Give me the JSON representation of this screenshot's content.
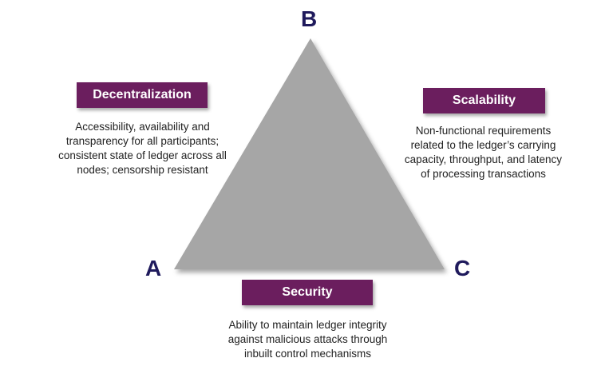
{
  "vertices": {
    "a": "A",
    "b": "B",
    "c": "C"
  },
  "decentralization": {
    "title": "Decentralization",
    "lines": [
      "Accessibility, availability and",
      "transparency for all participants;",
      "consistent state of ledger across all",
      "nodes; censorship resistant"
    ]
  },
  "scalability": {
    "title": "Scalability",
    "lines": [
      "Non-functional requirements",
      "related to the ledger’s carrying",
      "capacity, throughput, and latency",
      "of processing transactions"
    ]
  },
  "security": {
    "title": "Security",
    "lines": [
      "Ability to maintain ledger integrity",
      "against malicious attacks through",
      "inbuilt control mechanisms"
    ]
  },
  "colors": {
    "triangle": "#a6a6a6",
    "label_bg": "#6b1e5e",
    "vertex_text": "#1f1a5c"
  }
}
